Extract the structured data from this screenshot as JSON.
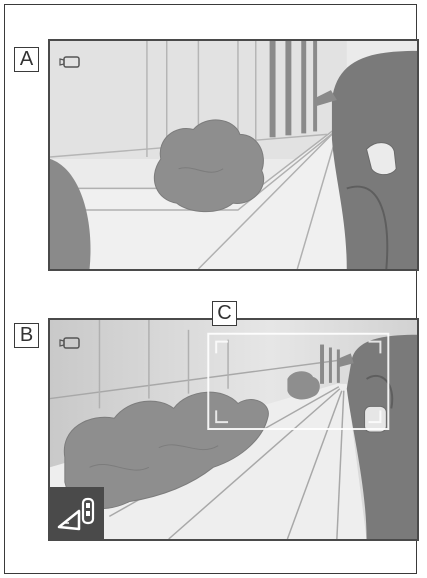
{
  "labels": {
    "a": "A",
    "b": "B",
    "c": "C"
  },
  "icons": {
    "camera": "camera-status-icon",
    "mirror_toggle": "side-mirror-view-icon"
  },
  "colors": {
    "scene_light": "#ececec",
    "scene_mid": "#cfcfcf",
    "shrub": "#8e8e8e",
    "dark_object": "#7a7a7a",
    "button_bg": "#4a4a4a"
  }
}
